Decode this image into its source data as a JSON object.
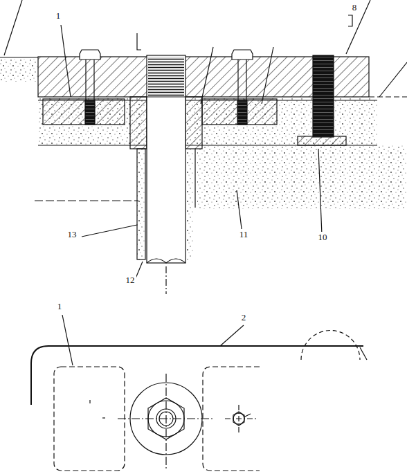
{
  "diagram": {
    "labels": [
      "1",
      "8",
      "13",
      "12",
      "11",
      "10",
      "1",
      "2"
    ]
  }
}
